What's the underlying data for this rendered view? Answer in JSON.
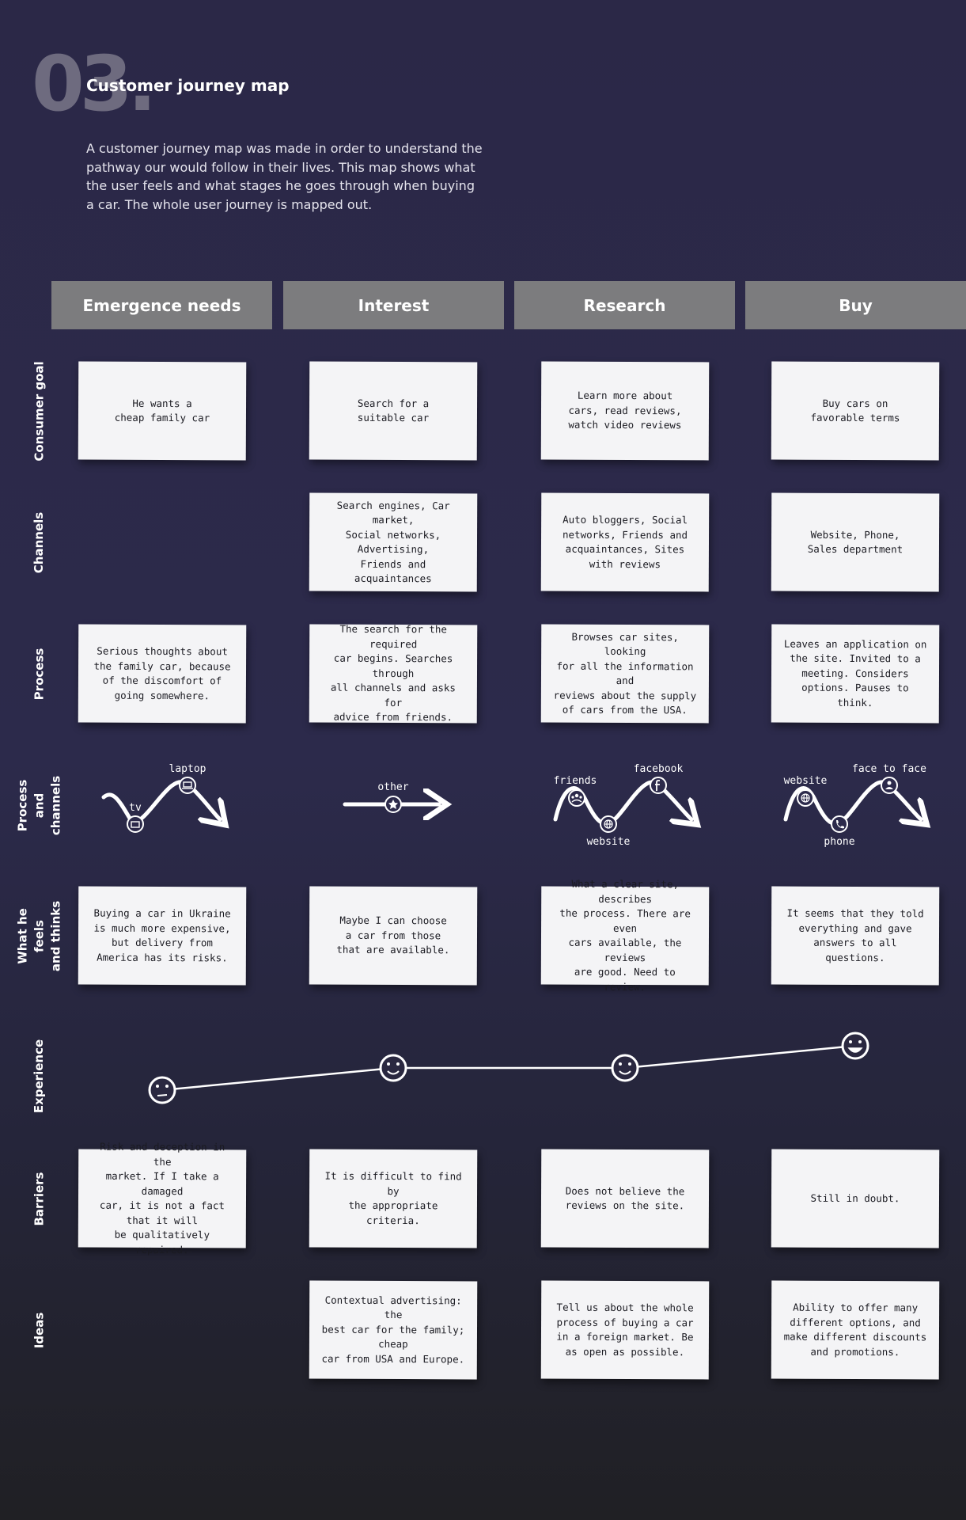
{
  "header": {
    "number": "03.",
    "title": "Customer journey map",
    "intro": "A customer journey map was made in order to understand the pathway our would follow in their lives. This map shows what the user feels and what stages he goes through when buying a car. The whole user journey is mapped out."
  },
  "stages": [
    "Emergence needs",
    "Interest",
    "Research",
    "Buy"
  ],
  "rows": {
    "consumer_goal": {
      "label": "Consumer goal",
      "cards": [
        "He wants a\ncheap family car",
        "Search for a\nsuitable car",
        "Learn more about\ncars, read reviews,\nwatch video reviews",
        "Buy cars on\nfavorable terms"
      ]
    },
    "channels": {
      "label": "Channels",
      "cards": [
        "",
        "Search engines, Car market,\nSocial networks, Advertising,\nFriends and acquaintances",
        "Auto bloggers, Social\nnetworks, Friends and\nacquaintances, Sites\nwith reviews",
        "Website, Phone,\nSales department"
      ]
    },
    "process": {
      "label": "Process",
      "cards": [
        "Serious thoughts about\nthe family car, because\nof the discomfort of\ngoing somewhere.",
        "The search for the required\ncar begins. Searches through\nall channels and asks for\nadvice from friends.",
        "Browses car sites, looking\nfor all the information and\nreviews about the supply\nof cars from the USA.",
        "Leaves an application on\nthe site. Invited to a\nmeeting. Considers\noptions. Pauses to think."
      ]
    },
    "process_channels": {
      "label": "Process and\nchannels",
      "labels": {
        "emergence": [
          "tv",
          "laptop"
        ],
        "interest": [
          "other"
        ],
        "research": [
          "friends",
          "website",
          "facebook"
        ],
        "buy": [
          "website",
          "phone",
          "face to face"
        ]
      },
      "icons": [
        "tv-icon",
        "laptop-icon",
        "star-icon",
        "people-icon",
        "globe-icon",
        "facebook-icon",
        "globe-icon",
        "phone-icon",
        "person-icon"
      ]
    },
    "feels": {
      "label": "What he feels\nand thinks",
      "cards": [
        "Buying a car in Ukraine\nis much more expensive,\nbut delivery from\nAmerica has its risks.",
        "Maybe I can choose\na car from those\nthat are available.",
        "What a clear site, describes\nthe process. There are even\ncars available, the reviews\nare good. Need to review.",
        "It seems that they told\neverything and gave\nanswers to all questions."
      ]
    },
    "experience": {
      "label": "Experience",
      "moods": [
        "neutral",
        "happy",
        "happy",
        "very happy"
      ]
    },
    "barriers": {
      "label": "Barriers",
      "cards": [
        "Risk and deception in the\nmarket. If I take a damaged\ncar, it is not a fact that it will\nbe qualitatively repaired.",
        "It is difficult to find by\nthe appropriate criteria.",
        "Does not believe the\nreviews on the site.",
        "Still in doubt."
      ]
    },
    "ideas": {
      "label": "Ideas",
      "cards": [
        "",
        "Contextual advertising: the\nbest car for the family; cheap\ncar from USA and Europe.",
        "Tell us about the whole\nprocess of buying a car\nin a foreign market. Be\nas open as possible.",
        "Ability to offer many\ndifferent options, and\nmake different discounts\nand promotions."
      ]
    }
  }
}
